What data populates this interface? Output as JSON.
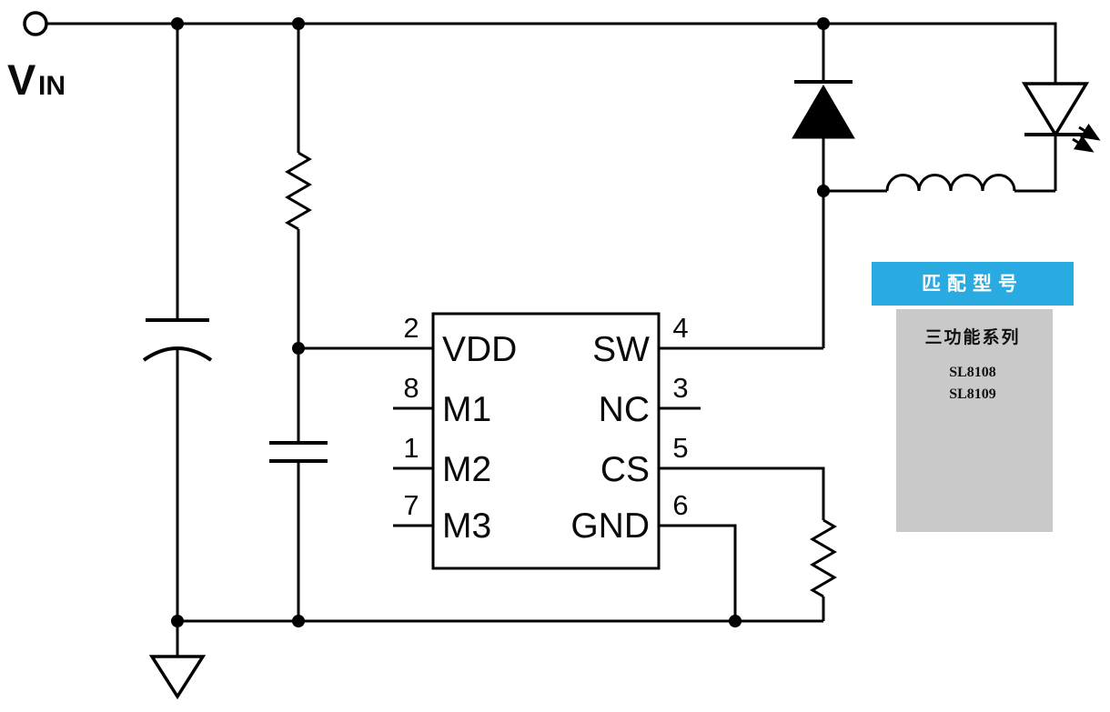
{
  "schematic": {
    "input_label": {
      "main": "V",
      "sub": "IN"
    },
    "ic": {
      "left_pins": [
        {
          "num": "2",
          "name": "VDD"
        },
        {
          "num": "8",
          "name": "M1"
        },
        {
          "num": "1",
          "name": "M2"
        },
        {
          "num": "7",
          "name": "M3"
        }
      ],
      "right_pins": [
        {
          "num": "4",
          "name": "SW"
        },
        {
          "num": "3",
          "name": "NC"
        },
        {
          "num": "5",
          "name": "CS"
        },
        {
          "num": "6",
          "name": "GND"
        }
      ]
    },
    "components": {
      "input_capacitor": "capacitor",
      "vdd_resistor": "resistor",
      "vdd_capacitor": "capacitor",
      "freewheel_diode": "diode",
      "inductor": "inductor",
      "led": "led",
      "sense_resistor": "resistor",
      "ground": "ground-symbol"
    }
  },
  "info_box": {
    "header": "匹配型号",
    "series": "三功能系列",
    "models": [
      "SL8108",
      "SL8109"
    ],
    "header_bg": "#29abe2",
    "header_text_color": "#ffffff",
    "body_bg": "#c9c9c9"
  },
  "colors": {
    "wire": "#000000",
    "background": "#ffffff"
  }
}
